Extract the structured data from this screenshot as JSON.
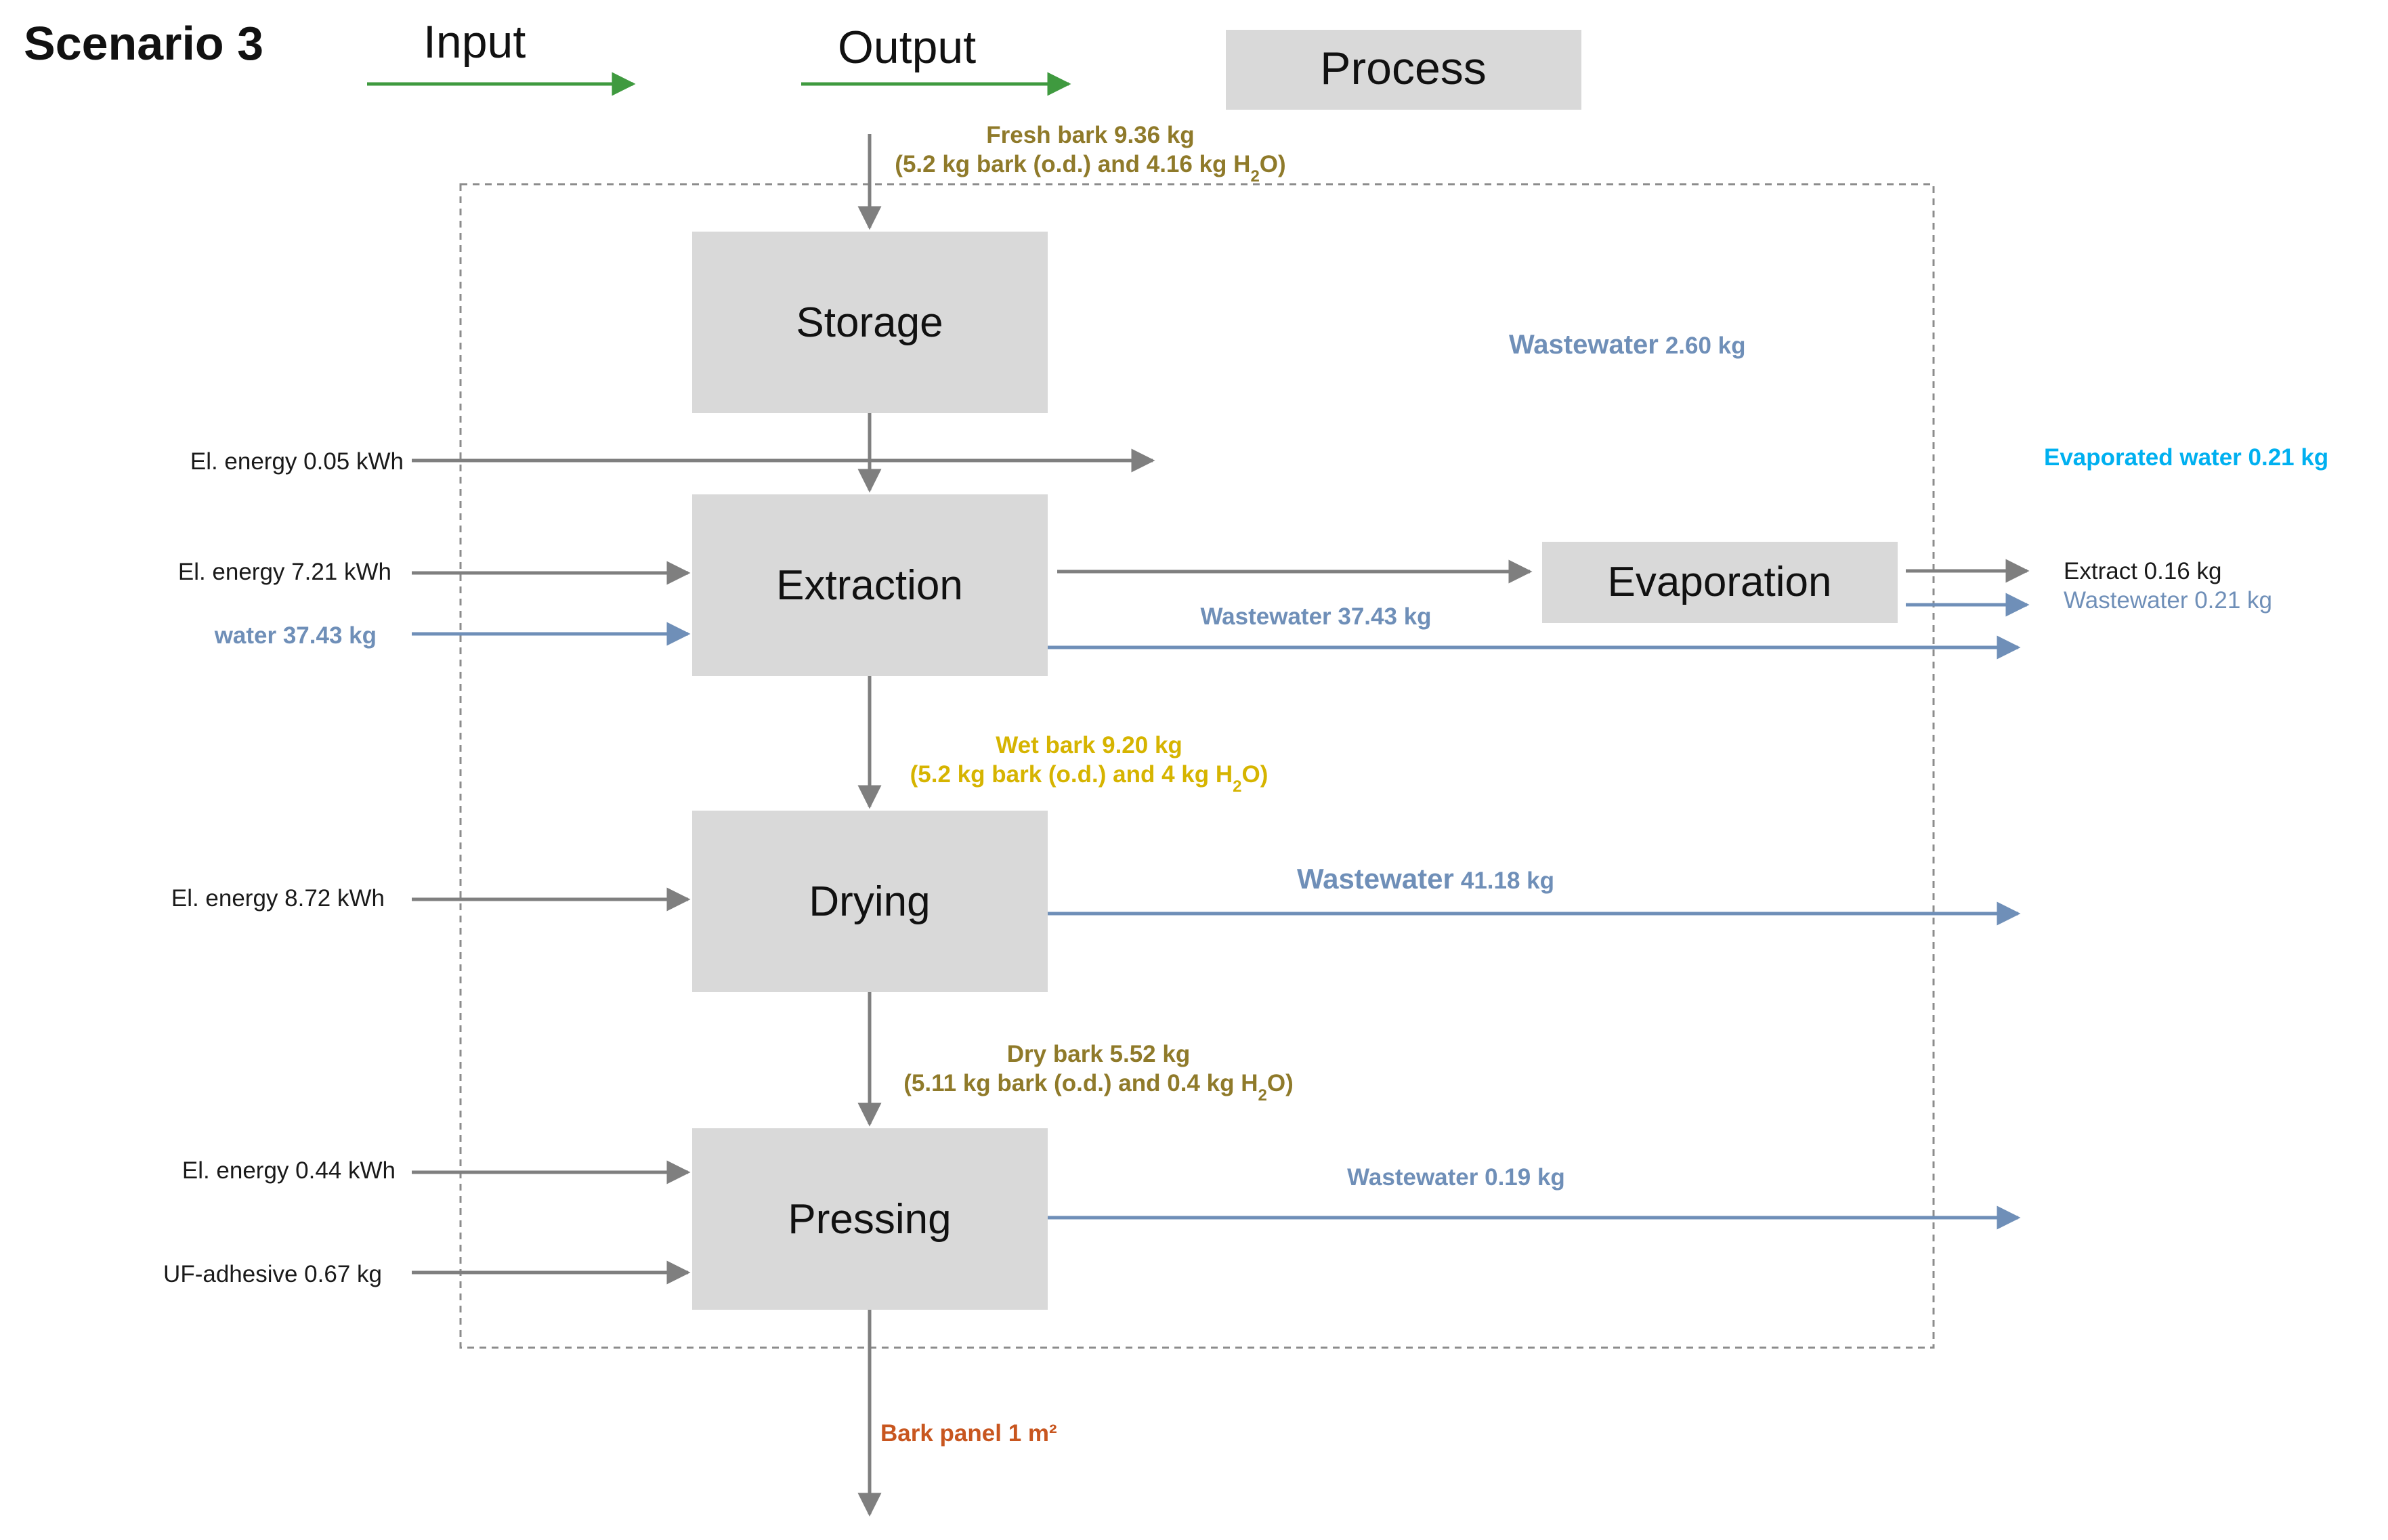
{
  "title": "Scenario 3",
  "legend": {
    "input_label": "Input",
    "output_label": "Output",
    "process_label": "Process"
  },
  "processes": {
    "storage": "Storage",
    "extraction": "Extraction",
    "evaporation": "Evaporation",
    "drying": "Drying",
    "pressing": "Pressing"
  },
  "flows": {
    "fresh_bark_line1": "Fresh bark 9.36 kg",
    "fresh_bark_line2_a": "(5.2 kg bark (o.d.) and 4.16 kg H",
    "fresh_bark_line2_sub": "2",
    "fresh_bark_line2_b": "O)",
    "storage_el_energy": "El. energy  0.05 kWh",
    "storage_wastewater_name": "Wastewater",
    "storage_wastewater_value": "2.60 kg",
    "evaporated_water": "Evaporated  water 0.21 kg",
    "extraction_el_energy": "El. energy 7.21 kWh",
    "extraction_water": "water 37.43 kg",
    "extraction_wastewater": "Wastewater 37.43 kg",
    "extract_output": "Extract 0.16 kg",
    "evaporation_wastewater": "Wastewater 0.21 kg",
    "wet_bark_line1": "Wet bark 9.20 kg",
    "wet_bark_line2_a": "(5.2 kg bark (o.d.) and 4 kg H",
    "wet_bark_line2_sub": "2",
    "wet_bark_line2_b": "O)",
    "drying_el_energy": "El. energy 8.72 kWh",
    "drying_wastewater_name": "Wastewater",
    "drying_wastewater_value": "41.18 kg",
    "dry_bark_line1": "Dry bark 5.52 kg",
    "dry_bark_line2_a": "(5.11 kg bark (o.d.) and 0.4 kg H",
    "dry_bark_line2_sub": "2",
    "dry_bark_line2_b": "O)",
    "pressing_el_energy": "El. energy 0.44 kWh",
    "uf_adhesive": "UF-adhesive 0.67 kg",
    "pressing_wastewater": "Wastewater 0.19 kg",
    "bark_panel": "Bark panel 1 m²"
  },
  "colors": {
    "process_fill": "#d9d9d9",
    "flow_grey": "#7f7f7f",
    "flow_blue": "#6f8fb8",
    "legend_green": "#3f9a3f",
    "bark_olive": "#8f7a2a",
    "wet_bark_gold": "#d6b400",
    "product_orange": "#c8561f",
    "evaporated_cyan": "#00b0f0"
  }
}
